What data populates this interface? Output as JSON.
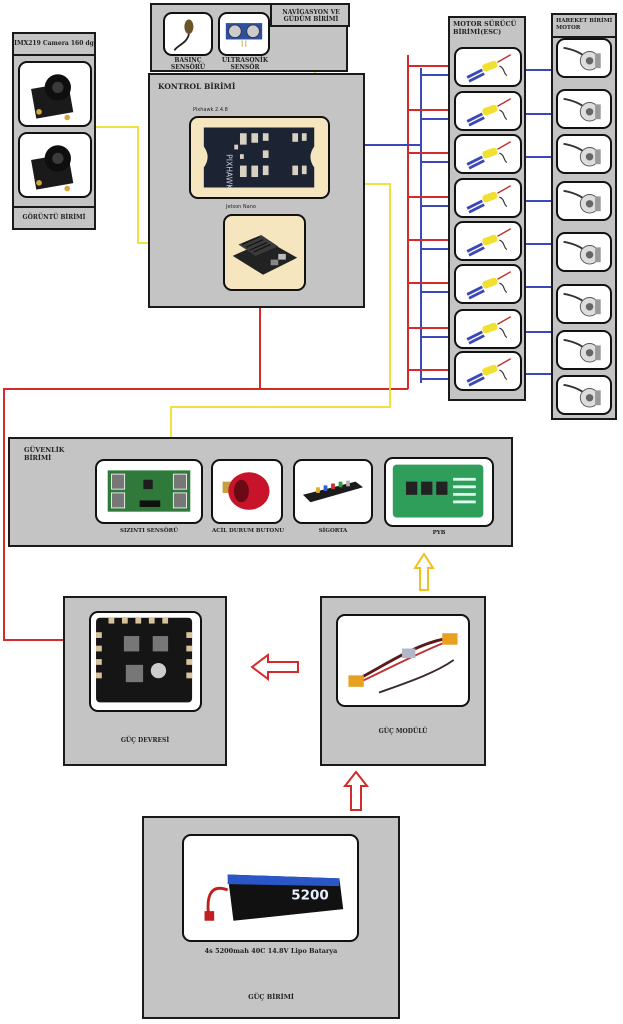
{
  "diagram": {
    "navigation_unit": {
      "title": "NAVİGASYON VE GÜDÜM BİRİMİ",
      "items": [
        {
          "label": "BASINÇ SENSÖRÜ",
          "icon": "pressure-sensor-icon"
        },
        {
          "label": "ULTRASONİK SENSÖR",
          "icon": "ultrasonic-sensor-icon"
        }
      ]
    },
    "vision_unit": {
      "header": "IMX219 Camera 160 dg",
      "footer": "GÖRÜNTÜ BİRİMİ",
      "items": [
        {
          "icon": "camera-module-icon"
        },
        {
          "icon": "camera-module-icon"
        }
      ]
    },
    "control_unit": {
      "title": "KONTROL BİRİMİ",
      "flight_controller_label": "Pixhawk 2.4.8",
      "computer_label": "Jetson Nano"
    },
    "esc_unit": {
      "title": "MOTOR SÜRÜCÜ BİRİMİ(ESC)",
      "count": 8
    },
    "motor_unit": {
      "title": "HAREKET BİRİMİ MOTOR",
      "count": 8
    },
    "safety_unit": {
      "title": "GÜVENLİK BİRİMİ",
      "items": [
        {
          "label": "SIZINTI SENSÖRÜ",
          "icon": "leak-sensor-icon"
        },
        {
          "label": "ACİL DURUM BUTONU",
          "icon": "emergency-button-icon"
        },
        {
          "label": "SİGORTA",
          "icon": "fuse-icon"
        },
        {
          "label": "PYB",
          "icon": "bms-board-icon"
        }
      ]
    },
    "power_circuit": {
      "label": "GÜÇ DEVRESİ"
    },
    "power_module": {
      "label": "GÜÇ MODÜLÜ"
    },
    "power_unit": {
      "battery_label": "4s 5200mah 40C 14.8V Lipo Batarya",
      "battery_capacity_print": "5200",
      "title": "GÜÇ BİRİMİ"
    },
    "colors": {
      "power_wire": "#d42a2a",
      "signal_wire": "#3a48b8",
      "data_wire": "#f0e040",
      "panel_bg": "#c4c4c4",
      "card_highlight": "#f5e6bf"
    }
  }
}
